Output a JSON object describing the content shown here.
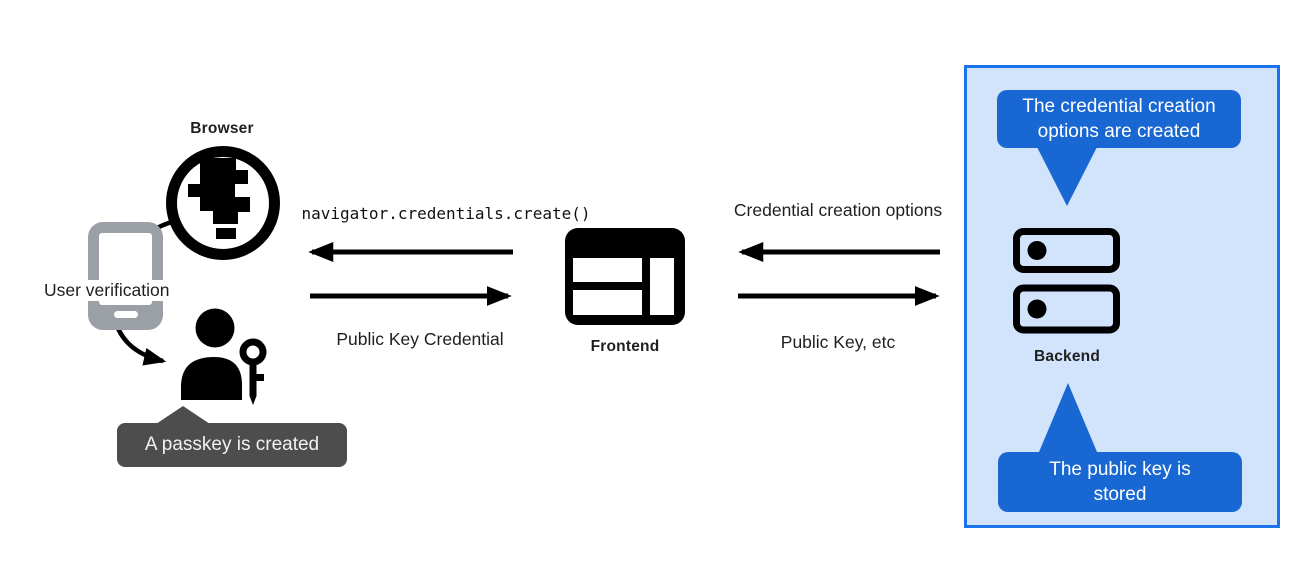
{
  "colors": {
    "canvas_bg": "#ffffff",
    "ink": "#000000",
    "label_text": "#1f1f1f",
    "phone_gray": "#9aa0a6",
    "gray_callout_bg": "#4d4d4d",
    "gray_callout_text": "#f1f1f1",
    "blue_callout_bg": "#1967d2",
    "blue_callout_text": "#ffffff",
    "panel_bg": "#d2e3fc",
    "panel_border": "#1a73e8"
  },
  "nodes": {
    "browser": {
      "label": "Browser"
    },
    "user_verification": {
      "label": "User verification"
    },
    "frontend": {
      "label": "Frontend"
    },
    "backend": {
      "label": "Backend"
    }
  },
  "messages": {
    "create_call": "navigator.credentials.create()",
    "public_key_credential": "Public Key Credential",
    "credential_creation_options": "Credential creation options",
    "public_key_etc": "Public Key, etc"
  },
  "callouts": {
    "passkey_created": "A passkey is created",
    "options_created": "The credential creation\noptions are created",
    "public_key_stored": "The public key is\nstored"
  }
}
